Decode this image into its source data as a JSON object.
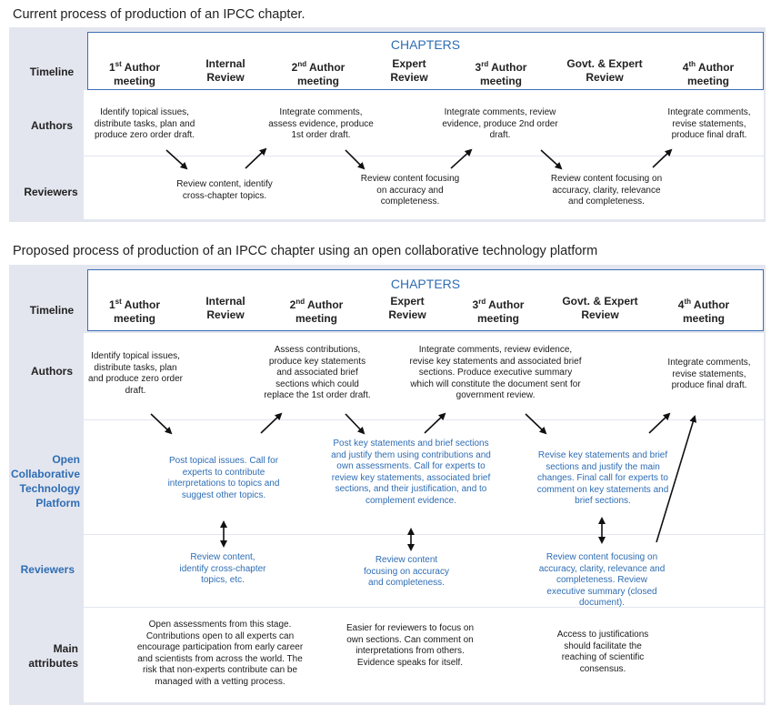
{
  "diagram1": {
    "title": "Current process of production of an IPCC chapter.",
    "header": "CHAPTERS",
    "row_labels": {
      "timeline": "Timeline",
      "authors": "Authors",
      "reviewers": "Reviewers"
    },
    "columns": [
      {
        "l1": "1",
        "sup": "st",
        "l1b": " Author",
        "l2": "meeting"
      },
      {
        "l1": "Internal",
        "sup": "",
        "l1b": "",
        "l2": "Review"
      },
      {
        "l1": "2",
        "sup": "nd",
        "l1b": " Author",
        "l2": "meeting"
      },
      {
        "l1": "Expert",
        "sup": "",
        "l1b": "",
        "l2": "Review"
      },
      {
        "l1": "3",
        "sup": "rd",
        "l1b": " Author",
        "l2": "meeting"
      },
      {
        "l1": "Govt. & Expert",
        "sup": "",
        "l1b": "",
        "l2": "Review"
      },
      {
        "l1": "4",
        "sup": "th",
        "l1b": " Author",
        "l2": "meeting"
      }
    ],
    "authors": [
      "Identify topical issues, distribute tasks, plan and produce zero order draft.",
      "Integrate comments, assess evidence, produce 1st order draft.",
      "Integrate comments, review evidence, produce 2nd order draft.",
      "Integrate comments, revise statements, produce final draft."
    ],
    "reviewers": [
      "Review content, identify cross-chapter topics.",
      "Review content focusing on accuracy and completeness.",
      "Review content focusing on accuracy, clarity, relevance and completeness."
    ]
  },
  "diagram2": {
    "title": "Proposed process of production of an IPCC chapter using an open collaborative technology platform",
    "header": "CHAPTERS",
    "row_labels": {
      "timeline": "Timeline",
      "authors": "Authors",
      "platform": [
        "Open",
        "Collaborative",
        "Technology",
        "Platform"
      ],
      "reviewers": "Reviewers",
      "main": [
        "Main",
        "attributes"
      ]
    },
    "authors": [
      "Identify topical issues, distribute tasks, plan and produce zero order draft.",
      "Assess contributions, produce key statements and associated brief sections which could replace the 1st order draft.",
      "Integrate comments, review evidence, revise key statements and associated brief sections. Produce executive summary which will constitute the document sent for government review.",
      "Integrate comments, revise statements, produce final draft."
    ],
    "platform": [
      "Post topical issues. Call for experts to contribute interpretations to topics and suggest other topics.",
      "Post key statements and brief sections and justify them using contributions and own assessments. Call for experts to review key statements, associated brief sections, and their justification, and to complement evidence.",
      "Revise key statements and brief sections and justify the main changes. Final call for experts to comment on key statements and brief sections."
    ],
    "reviewers": [
      "Review content, identify cross-chapter topics, etc.",
      "Review content focusing on accuracy and completeness.",
      "Review content focusing on accuracy, clarity, relevance and completeness. Review executive summary (closed document)."
    ],
    "attributes": [
      "Open assessments from this stage. Contributions open to all experts can encourage participation from early career and scientists from across the world. The risk that non-experts contribute can be managed with a vetting process.",
      "Easier for reviewers to focus on own sections. Can comment on interpretations from others. Evidence speaks for itself.",
      "Access to justifications should facilitate the reaching of scientific consensus."
    ]
  }
}
